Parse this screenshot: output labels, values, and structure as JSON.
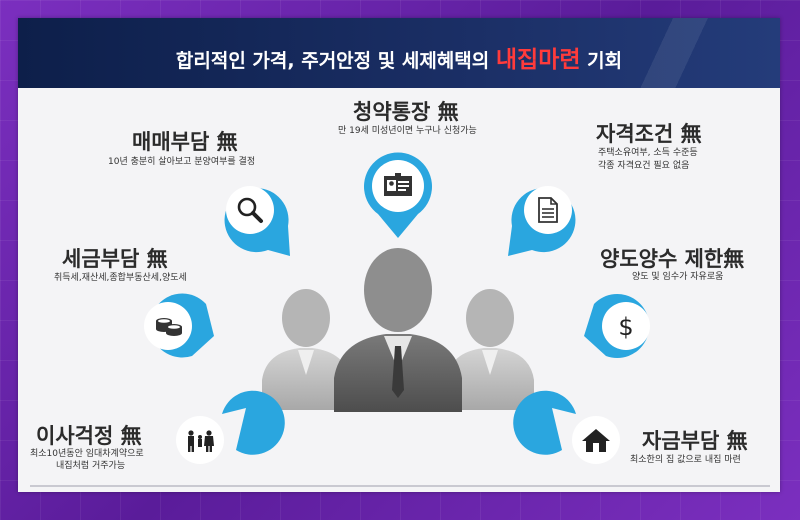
{
  "title": {
    "prefix": "합리적인 가격, 주거안정 및 세제혜택의",
    "highlight": "내집마련",
    "suffix": "기회"
  },
  "items": [
    {
      "key": "subscription",
      "title": "청약통장 無",
      "desc": [
        "만 19세 미성년이면 누구나 신청가능"
      ],
      "icon": "id-card-icon"
    },
    {
      "key": "purchase",
      "title": "매매부담 無",
      "desc": [
        "10년 충분히 살아보고 분양여부를 결정"
      ],
      "icon": "search-icon"
    },
    {
      "key": "qualification",
      "title": "자격조건 無",
      "desc": [
        "주택소유여부, 소득 수준등",
        "각종 자격요건 필요 없음"
      ],
      "icon": "document-icon"
    },
    {
      "key": "tax",
      "title": "세금부담 無",
      "desc": [
        "취득세,재산세,종합부동산세,양도세"
      ],
      "icon": "coins-icon"
    },
    {
      "key": "transfer",
      "title": "양도양수 제한無",
      "desc": [
        "양도 및 임수가 자유로움"
      ],
      "icon": "dollar-icon"
    },
    {
      "key": "moving",
      "title": "이사걱정 無",
      "desc": [
        "최소10년동안 임대차계약으로",
        "내집처럼 거주가능"
      ],
      "icon": "family-icon"
    },
    {
      "key": "funds",
      "title": "자금부담 無",
      "desc": [
        "최소한의 집 값으로 내집 마련"
      ],
      "icon": "house-icon"
    }
  ],
  "colors": {
    "accent": "#2aa6df",
    "header": "#142a5c",
    "highlight": "#ff3b3b"
  }
}
